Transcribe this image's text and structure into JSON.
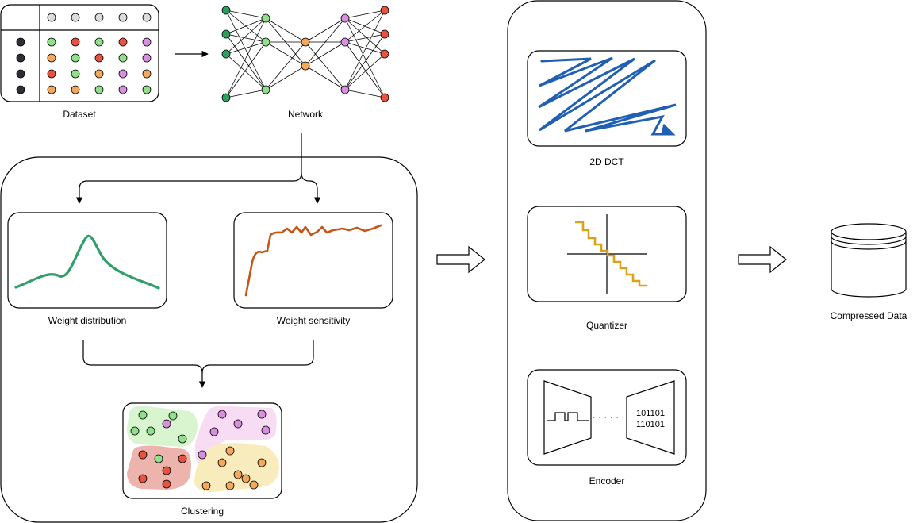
{
  "labels": {
    "dataset": "Dataset",
    "network": "Network",
    "weight_distribution": "Weight distribution",
    "weight_sensitivity": "Weight sensitivity",
    "clustering": "Clustering",
    "dct": "2D DCT",
    "quantizer": "Quantizer",
    "encoder": "Encoder",
    "compressed_data": "Compressed Data"
  },
  "encoder": {
    "bits_line1": "101101",
    "bits_line2": "110101",
    "ellipsis": "· · · · · ·"
  },
  "colors": {
    "dark_node": "#2d2d3a",
    "green_node": "#8ee08a",
    "dark_green_node": "#2e9e5e",
    "red_node": "#e8523e",
    "orange_node": "#f5a85a",
    "purple_node": "#d98ee0",
    "grey_node": "#dcdcdc",
    "dct_blue": "#1f5fb4",
    "quantizer_gold": "#d9a21a",
    "distribution_green": "#2e9e6a",
    "sensitivity_orange": "#c65414",
    "cluster_green": "#d8f5d0",
    "cluster_pink": "#f8dcf4",
    "cluster_red": "#ecb4ac",
    "cluster_yellow": "#f8ecbc"
  }
}
